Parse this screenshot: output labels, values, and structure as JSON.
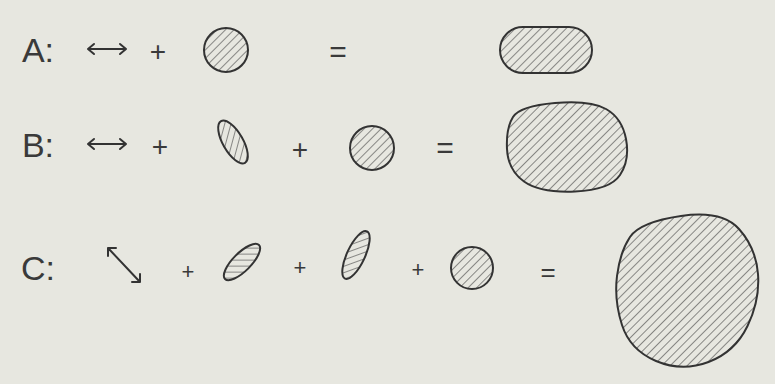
{
  "diagram": {
    "labels": [
      "A:",
      "+",
      "=",
      "B:",
      "+",
      "+",
      "=",
      "C:",
      "+",
      "+",
      "+",
      "="
    ]
  }
}
